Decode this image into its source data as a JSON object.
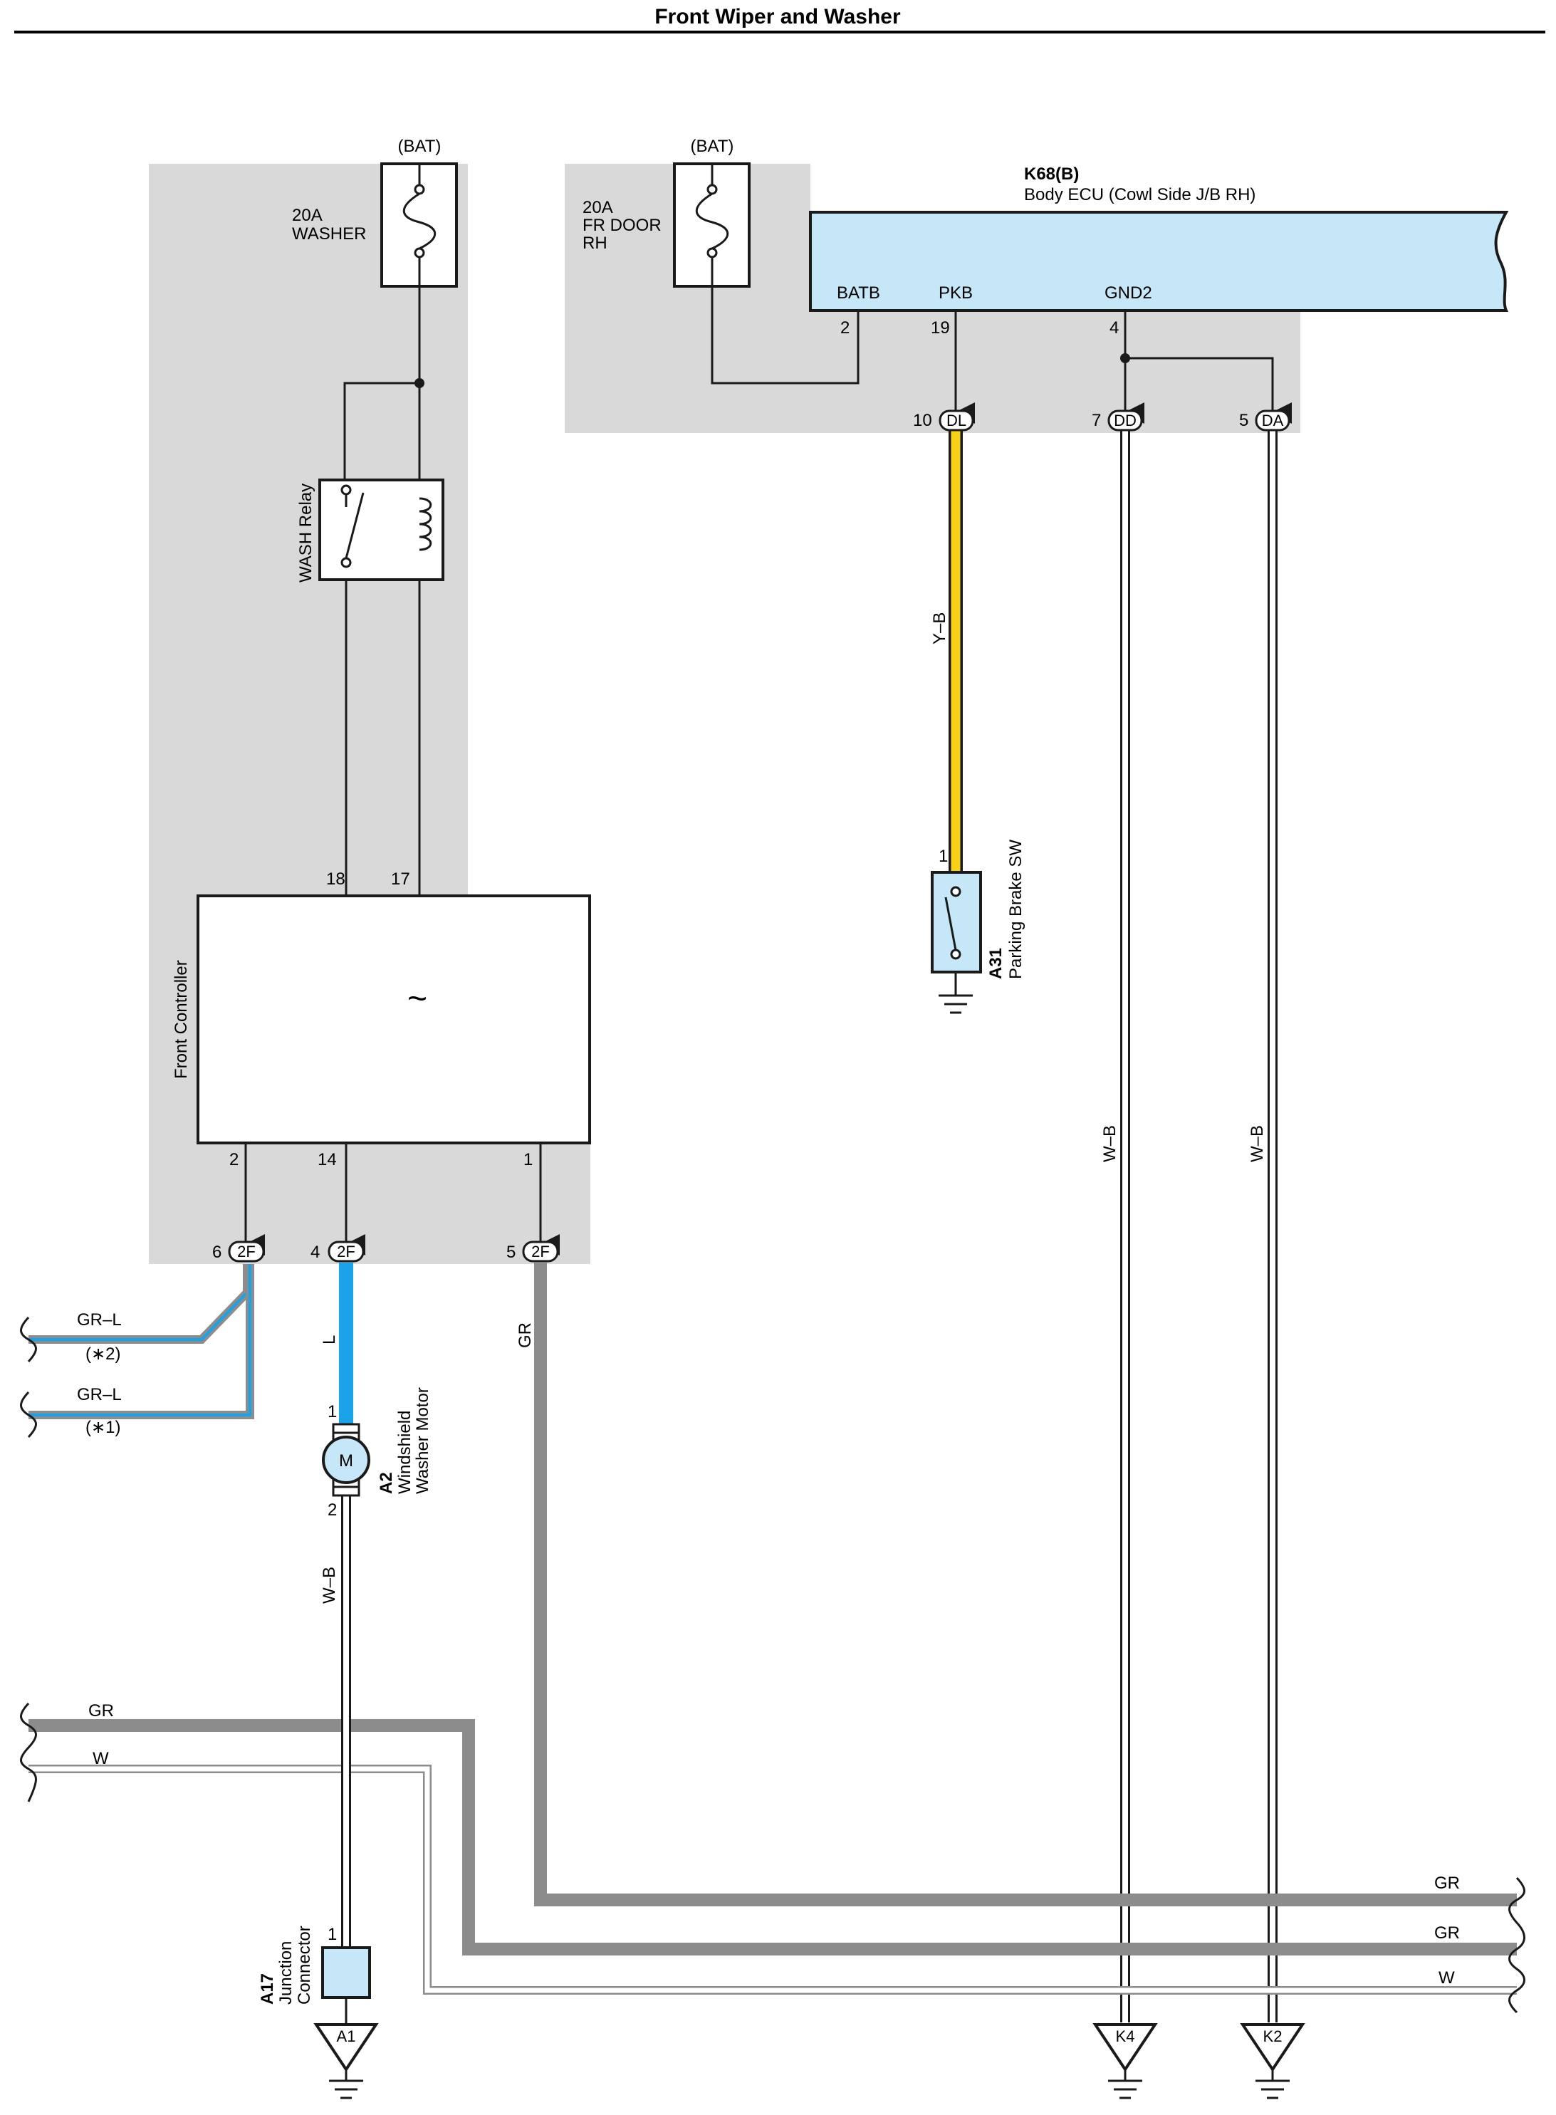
{
  "title": "Front Wiper and Washer",
  "colors": {
    "junction_shade": "#d9d9d9",
    "component_fill": "#c5e7f7",
    "wire_yb_yellow": "#f7d117",
    "wire_l_blue": "#1aa3e8",
    "wire_gr_gray": "#8c8c8c",
    "wire_w_white": "#ffffff",
    "line": "#1a1a1a"
  },
  "fuses": {
    "washer": {
      "source": "(BAT)",
      "rating": "20A",
      "name": "WASHER"
    },
    "fr_door": {
      "source": "(BAT)",
      "rating": "20A",
      "name_line1": "FR DOOR",
      "name_line2": "RH"
    }
  },
  "relay": {
    "name": "WASH Relay"
  },
  "front_controller": {
    "name": "Front Controller",
    "top_pins": [
      "18",
      "17"
    ],
    "bottom_pins": [
      "2",
      "14",
      "1"
    ],
    "symbol": "~"
  },
  "body_ecu": {
    "id": "K68(B)",
    "name": "Body ECU (Cowl Side J/B RH)",
    "terminals": [
      "BATB",
      "PKB",
      "GND2"
    ],
    "pins": [
      "2",
      "19",
      "4"
    ]
  },
  "connectors": {
    "dl": {
      "pin": "10",
      "code": "DL"
    },
    "dd": {
      "pin": "7",
      "code": "DD"
    },
    "da": {
      "pin": "5",
      "code": "DA"
    },
    "c2f_6": {
      "pin": "6",
      "code": "2F"
    },
    "c2f_4": {
      "pin": "4",
      "code": "2F"
    },
    "c2f_5": {
      "pin": "5",
      "code": "2F"
    }
  },
  "wires": {
    "yb": "Y–B",
    "wb_dd": "W–B",
    "wb_da": "W–B",
    "wb_motor": "W–B",
    "l": "L",
    "gr": "GR",
    "grl_2": "GR–L",
    "grl_1": "GR–L",
    "note_2": "(∗2)",
    "note_1": "(∗1)",
    "left_gr": "GR",
    "left_w": "W",
    "right_gr_1": "GR",
    "right_gr_2": "GR",
    "right_w": "W"
  },
  "parking_brake_sw": {
    "id": "A31",
    "name": "Parking Brake SW",
    "pin": "1"
  },
  "washer_motor": {
    "id": "A2",
    "name_line1": "Windshield",
    "name_line2": "Washer Motor",
    "pin_top": "1",
    "pin_bottom": "2",
    "symbol": "M"
  },
  "junction_connector": {
    "id": "A17",
    "name_line1": "Junction",
    "name_line2": "Connector",
    "pin": "1"
  },
  "grounds": {
    "a1": "A1",
    "k4": "K4",
    "k2": "K2"
  }
}
